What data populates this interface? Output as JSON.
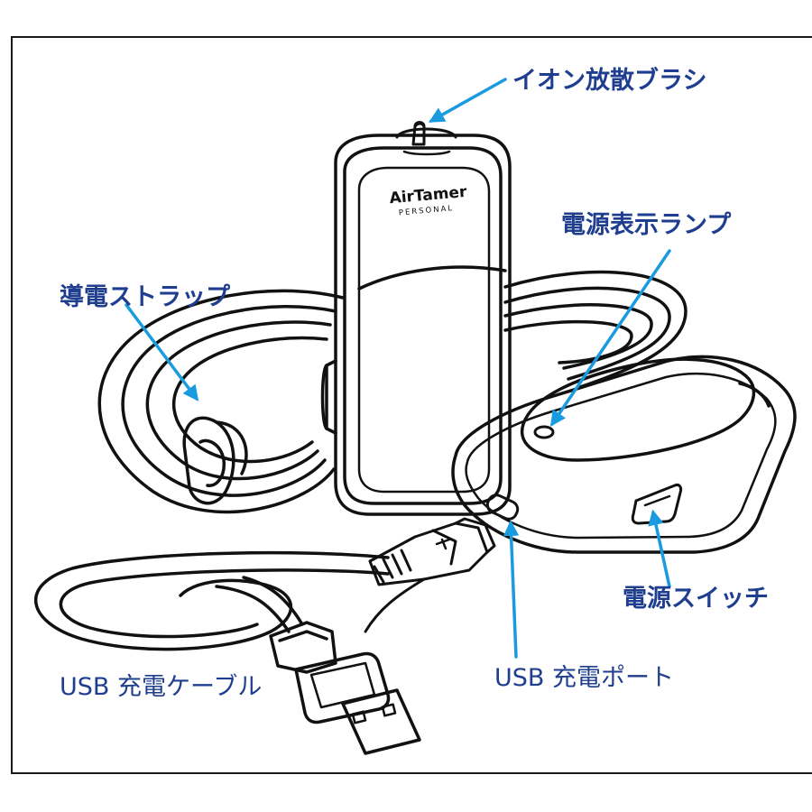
{
  "product": {
    "brand": "AirTamer",
    "model": "PERSONAL"
  },
  "callouts": {
    "ion_brush": "イオン放散ブラシ",
    "power_lamp": "電源表示ランプ",
    "strap": "導電ストラップ",
    "power_switch": "電源スイッチ",
    "usb_port": "USB 充電ポート",
    "usb_cable": "USB 充電ケーブル"
  },
  "colors": {
    "label_text": "#1f3e8f",
    "arrow": "#1a9be0",
    "line_art": "#111111"
  }
}
